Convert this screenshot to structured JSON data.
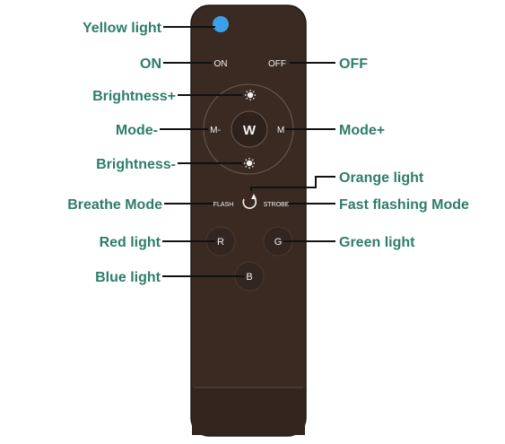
{
  "colors": {
    "label": "#2e7d6b",
    "line": "#111111",
    "remote_body": "#3a2a22",
    "remote_edge": "#1a1a1a",
    "button": "#2f221c",
    "button_text": "#f2f2f2",
    "led": "#3aa0e8",
    "background": "#ffffff"
  },
  "remote": {
    "on": "ON",
    "off": "OFF",
    "mode_minus": "M-",
    "w": "W",
    "mode_plus": "M",
    "flash": "FLASH",
    "strobe": "STROBE",
    "r": "R",
    "g": "G",
    "b": "B",
    "brightness_icon": "sun-icon",
    "breathe_icon": "circular-arrow-icon"
  },
  "callouts": {
    "yellow_light": "Yellow light",
    "on": "ON",
    "off": "OFF",
    "brightness_plus": "Brightness+",
    "mode_minus": "Mode-",
    "mode_plus": "Mode+",
    "brightness_minus": "Brightness-",
    "orange_light": "Orange light",
    "breathe_mode": "Breathe Mode",
    "fast_flashing_mode": "Fast flashing Mode",
    "red_light": "Red light",
    "green_light": "Green light",
    "blue_light": "Blue light"
  }
}
